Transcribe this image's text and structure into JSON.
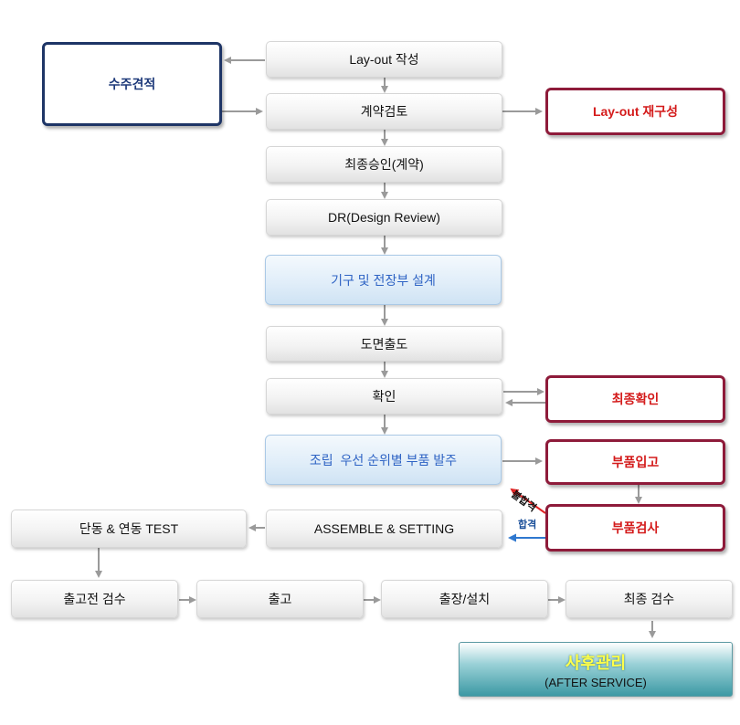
{
  "steps": {
    "layout_write": "Lay-out 작성",
    "contract_review": "계약검토",
    "final_approval": "최종승인(계약)",
    "design_review": "DR(Design Review)",
    "mech_elec_design": "기구 및 전장부 설계",
    "drawing_release": "도면출도",
    "confirm": "확인",
    "parts_order": "조립  우선 순위별 부품 발주",
    "assemble_setting": "ASSEMBLE & SETTING",
    "unit_test": "단동 & 연동 TEST",
    "pre_ship_inspection": "출고전 검수",
    "shipment": "출고",
    "onsite_install": "출장/설치",
    "final_inspection": "최종 검수"
  },
  "side": {
    "order_estimate": "수주견적",
    "layout_reconfig": "Lay-out 재구성",
    "final_confirm": "최종확인",
    "parts_receiving": "부품입고",
    "parts_inspection": "부품검사"
  },
  "after_service": {
    "title": "사후관리",
    "subtitle": "(AFTER SERVICE)"
  },
  "labels": {
    "fail": "불합격",
    "pass": "합격"
  },
  "colors": {
    "navy_border": "#1e3566",
    "red_border": "#8e1b3a",
    "red_text": "#d41b1b",
    "blue_text": "#2e63c4",
    "arrow_gray": "#9a9a9a",
    "pass_arrow": "#2f78cf",
    "fail_arrow": "#e02424"
  }
}
